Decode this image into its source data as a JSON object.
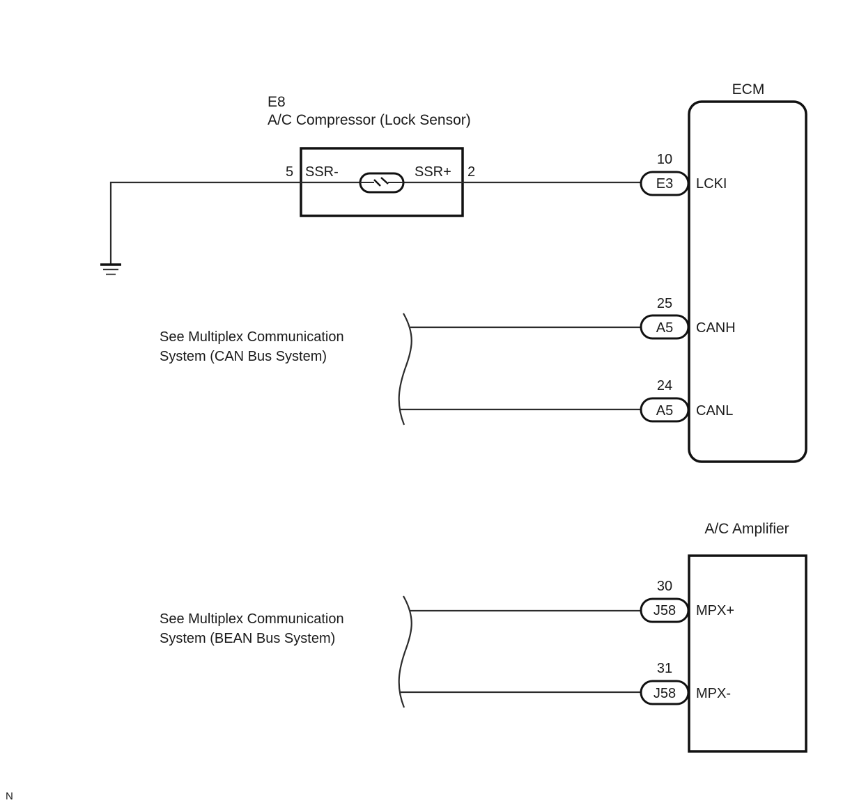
{
  "diagram": {
    "compressor": {
      "code": "E8",
      "name": "A/C Compressor (Lock Sensor)",
      "left_pin": "5",
      "left_terminal": "SSR-",
      "right_pin": "2",
      "right_terminal": "SSR+"
    },
    "ecm": {
      "title": "ECM",
      "pins": [
        {
          "number": "10",
          "connector": "E3",
          "terminal": "LCKI"
        },
        {
          "number": "25",
          "connector": "A5",
          "terminal": "CANH"
        },
        {
          "number": "24",
          "connector": "A5",
          "terminal": "CANL"
        }
      ]
    },
    "amplifier": {
      "title": "A/C Amplifier",
      "pins": [
        {
          "number": "30",
          "connector": "J58",
          "terminal": "MPX+"
        },
        {
          "number": "31",
          "connector": "J58",
          "terminal": "MPX-"
        }
      ]
    },
    "notes": {
      "can": [
        "See Multiplex Communication",
        "System (CAN Bus System)"
      ],
      "bean": [
        "See Multiplex Communication",
        "System (BEAN Bus System)"
      ]
    },
    "ground_icon": "ground-symbol",
    "footer_mark": "N"
  }
}
